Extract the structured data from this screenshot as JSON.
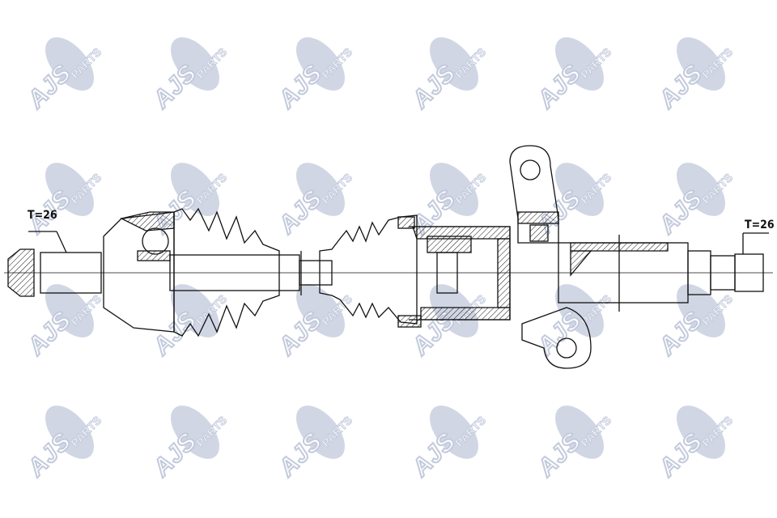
{
  "watermark": {
    "brand": "AJS",
    "suffix": "PARTS",
    "color": "#c9cfe0"
  },
  "labels": {
    "left_spline": "T=26",
    "right_spline": "T=26"
  }
}
